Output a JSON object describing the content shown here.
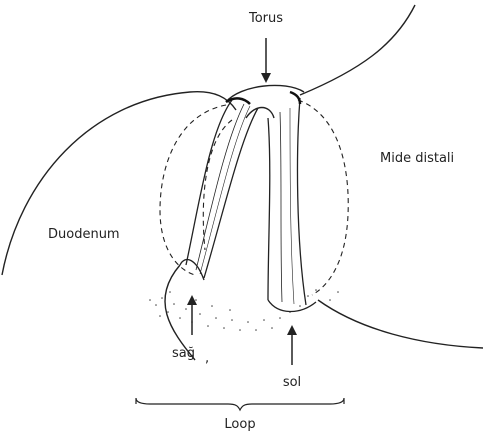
{
  "labels": {
    "torus": "Torus",
    "mide_distali": "Mide distali",
    "duodenum": "Duodenum",
    "sag": "sağ",
    "sag_mark": ",",
    "sol": "sol",
    "loop": "Loop"
  },
  "colors": {
    "ink": "#222222",
    "background": "#ffffff"
  }
}
